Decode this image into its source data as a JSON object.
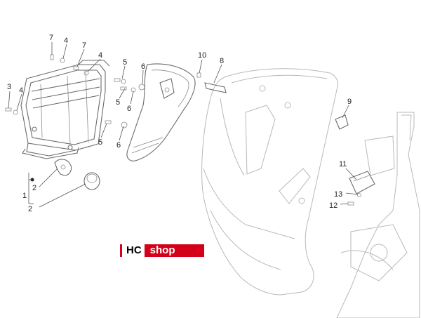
{
  "callouts": [
    {
      "id": "c7a",
      "label": "7"
    },
    {
      "id": "c4a",
      "label": "4"
    },
    {
      "id": "c7b",
      "label": "7"
    },
    {
      "id": "c4b",
      "label": "4"
    },
    {
      "id": "c5a",
      "label": "5"
    },
    {
      "id": "c6a",
      "label": "6"
    },
    {
      "id": "c10",
      "label": "10"
    },
    {
      "id": "c8",
      "label": "8"
    },
    {
      "id": "c3",
      "label": "3"
    },
    {
      "id": "c4c",
      "label": "4"
    },
    {
      "id": "c5b",
      "label": "5"
    },
    {
      "id": "c6b",
      "label": "6"
    },
    {
      "id": "c9",
      "label": "9"
    },
    {
      "id": "c5c",
      "label": "5"
    },
    {
      "id": "c6c",
      "label": "6"
    },
    {
      "id": "c11",
      "label": "11"
    },
    {
      "id": "c2a",
      "label": "2"
    },
    {
      "id": "c1",
      "label": "1"
    },
    {
      "id": "c13",
      "label": "13"
    },
    {
      "id": "c12",
      "label": "12"
    },
    {
      "id": "c2b",
      "label": "2"
    }
  ],
  "logo": {
    "left_text": "HC",
    "right_text": "shop"
  },
  "colors": {
    "logo_red": "#d4001a",
    "line_gray": "#6b6b6b"
  }
}
